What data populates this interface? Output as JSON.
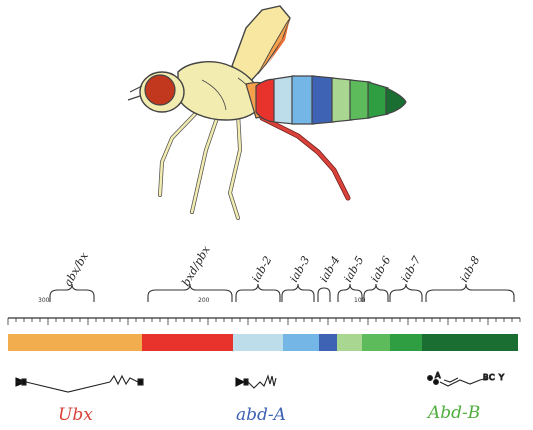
{
  "colors": {
    "ubx": "#F2AE4E",
    "bxd_pbx": "#E8322C",
    "iab2": "#BEDDEA",
    "iab3": "#74B6E6",
    "iab4": "#3E62B4",
    "iab5": "#A9D691",
    "iab6": "#5EBB5B",
    "iab7": "#2F9E42",
    "iab8": "#1A6E31",
    "ubx_label": "#D9413A",
    "abdA_label": "#3E62B4",
    "abdB_label": "#4FAE3E"
  },
  "regions": [
    {
      "label": "abx/bx"
    },
    {
      "label": "bxd/pbx"
    },
    {
      "label": "iab-2"
    },
    {
      "label": "iab-3"
    },
    {
      "label": "iab-4"
    },
    {
      "label": "iab-5"
    },
    {
      "label": "iab-6"
    },
    {
      "label": "iab-7"
    },
    {
      "label": "iab-8"
    }
  ],
  "coords": {
    "c1": "300",
    "c2": "200",
    "c3": "100"
  },
  "genes": {
    "ubx": "Ubx",
    "abdA": "abd-A",
    "abdB": "Abd-B"
  },
  "promoter_marks": {
    "a": "A",
    "b": "B",
    "c": "C",
    "ty": "Y"
  },
  "icons": [
    "fly-illustration",
    "left-arrow-icon",
    "gene-structure"
  ]
}
